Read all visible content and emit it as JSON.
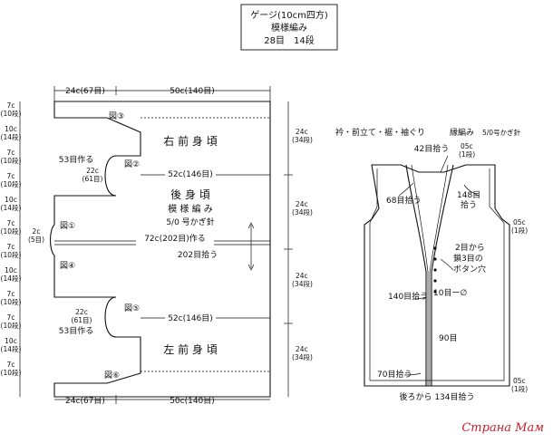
{
  "gauge": {
    "title": "ゲージ(10cm四方)",
    "pattern": "模様編み",
    "count": "28目　14段"
  },
  "left": {
    "top_dim_left": "24c(67目)",
    "top_dim_right": "50c(140目)",
    "bottom_dim_left": "24c(67目)",
    "bottom_dim_right": "50c(140目)",
    "side_labels": [
      {
        "a": "7c",
        "b": "(10段)"
      },
      {
        "a": "10c",
        "b": "(14段)"
      },
      {
        "a": "7c",
        "b": "(10段)"
      },
      {
        "a": "7c",
        "b": "(10段)"
      },
      {
        "a": "10c",
        "b": "(14段)"
      },
      {
        "a": "7c",
        "b": "(10段)"
      },
      {
        "a": "7c",
        "b": "(10段)"
      },
      {
        "a": "10c",
        "b": "(14段)"
      },
      {
        "a": "7c",
        "b": "(10段)"
      },
      {
        "a": "7c",
        "b": "(10段)"
      },
      {
        "a": "10c",
        "b": "(14段)"
      },
      {
        "a": "7c",
        "b": "(10段)"
      }
    ],
    "right_dims": [
      {
        "a": "24c",
        "b": "(34段)"
      },
      {
        "a": "24c",
        "b": "(34段)"
      },
      {
        "a": "24c",
        "b": "(34段)"
      },
      {
        "a": "24c",
        "b": "(34段)"
      }
    ],
    "notch_2c": "2c",
    "notch_5": "(5目)",
    "fig": [
      "図③",
      "図②",
      "図①",
      "図④",
      "図⑤",
      "図⑥"
    ],
    "right_front": "右 前 身 頃",
    "back": "後 身 頃",
    "back_pattern": "模 様 編 み",
    "back_hook": "5/0 号かぎ針",
    "left_front": "左 前 身 頃",
    "make53_top": "53目作る",
    "dim22_top_a": "22c",
    "dim22_top_b": "(61目)",
    "dim52_top": "52c(146目)",
    "dim72": "72c(202目)作る",
    "pick202": "202目拾う",
    "dim22_bot_a": "22c",
    "dim22_bot_b": "(61目)",
    "make53_bot": "53目作る",
    "dim52_bot": "52c(146目)"
  },
  "right": {
    "title": "衿・前立て・裾・袖ぐり",
    "stitch": "縁編み",
    "hook": "5/0号かぎ針",
    "pick42": "42目拾う",
    "c05_top_a": "05c",
    "c05_top_b": "(1段)",
    "pick68": "68目拾う",
    "pick148_a": "148目",
    "pick148_b": "拾う",
    "c05_right_a": "05c",
    "c05_right_b": "(1段)",
    "btn_a": "2目から",
    "btn_b": "鎖3目の",
    "btn_c": "ボタン穴",
    "pick140": "140目拾う",
    "ten": "10目ー∅",
    "n90": "90目",
    "pick70": "70目拾う",
    "c05_bot_a": "05c",
    "c05_bot_b": "(1段)",
    "pick134": "後ろから 134目拾う"
  },
  "watermark": "Страна Мам"
}
